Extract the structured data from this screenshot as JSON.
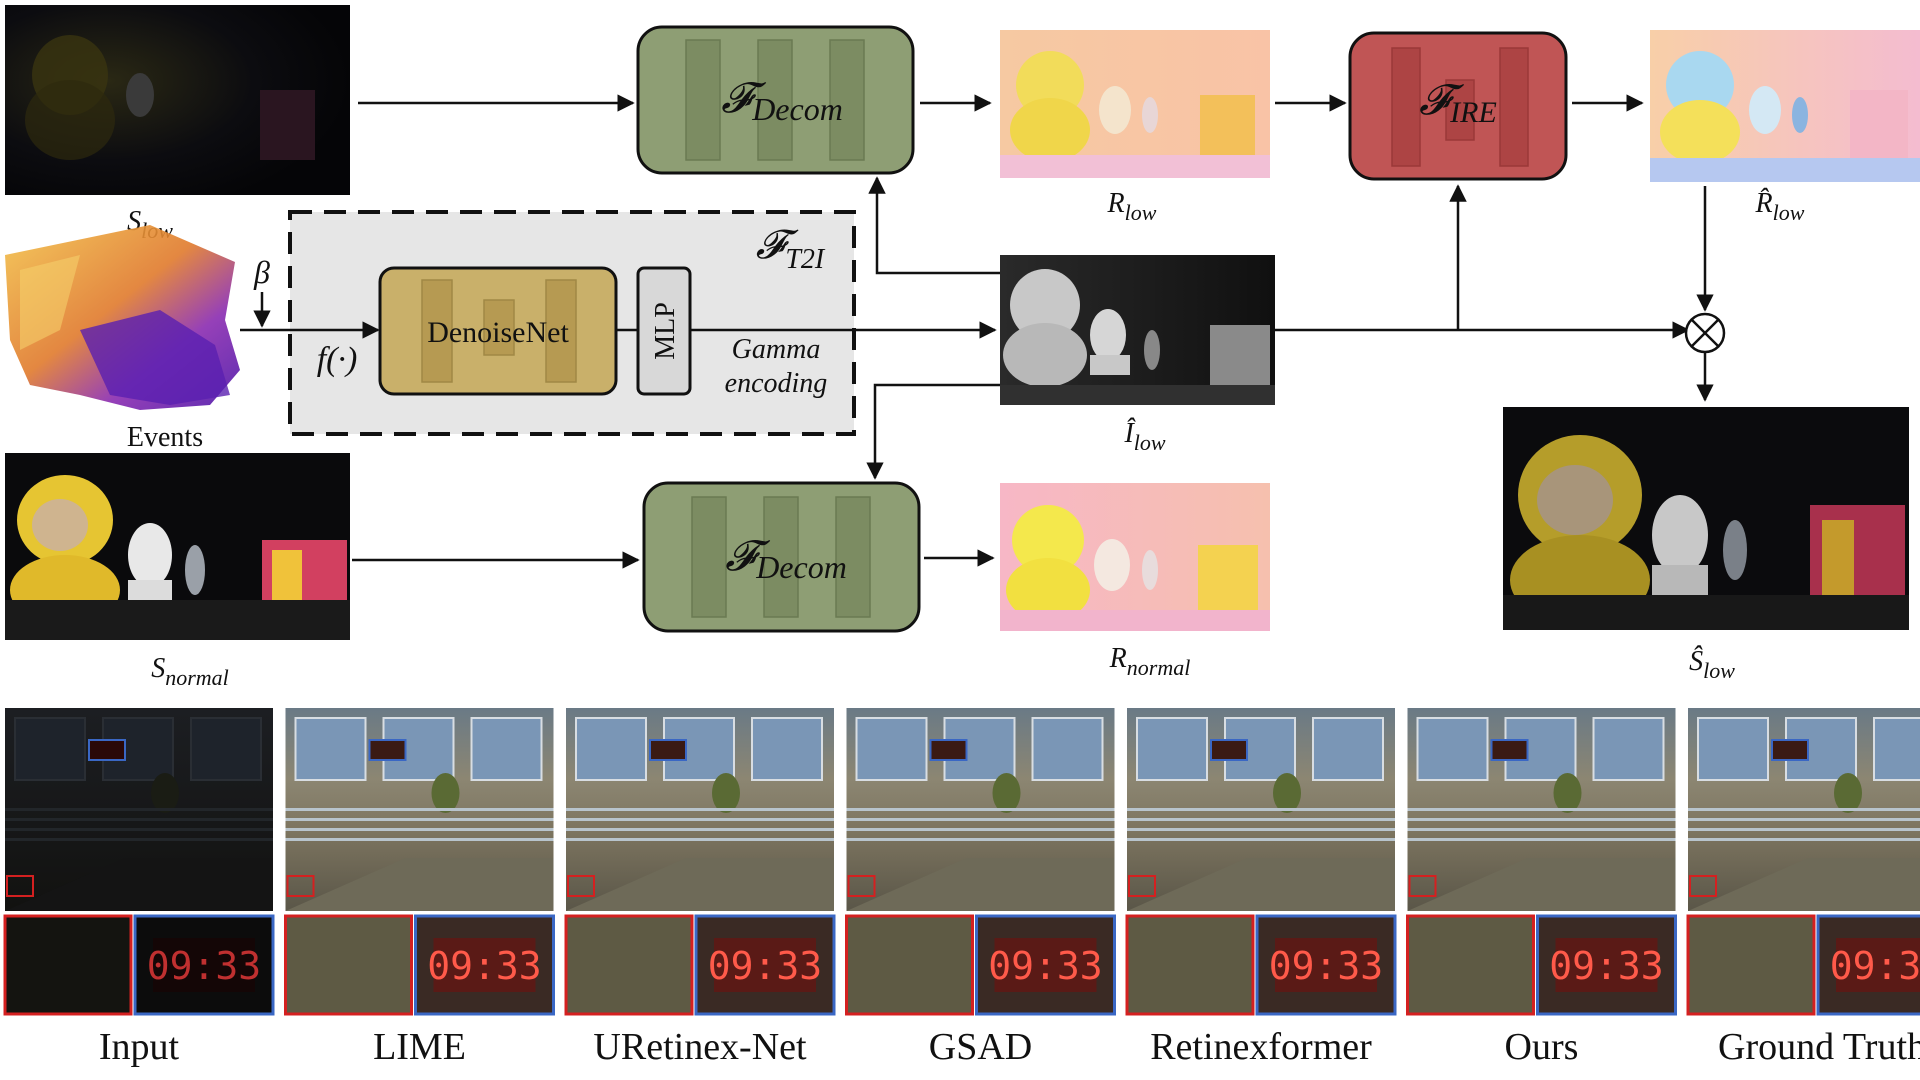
{
  "diagram": {
    "modules": {
      "decom_top": {
        "symbol": "𝓕",
        "sub": "Decom"
      },
      "decom_bottom": {
        "symbol": "𝓕",
        "sub": "Decom"
      },
      "ire": {
        "symbol": "𝓕",
        "sub": "IRE"
      },
      "t2i": {
        "symbol": "𝓕",
        "sub": "T2I"
      },
      "denoisenet": "DenoiseNet",
      "mlp": "MLP",
      "gamma_line1": "Gamma",
      "gamma_line2": "encoding",
      "f_func": "f(·)",
      "beta": "β"
    },
    "images": {
      "s_low": {
        "base": "S",
        "sub": "low"
      },
      "events": "Events",
      "s_normal": {
        "base": "S",
        "sub": "normal"
      },
      "r_low": {
        "base": "R",
        "sub": "low"
      },
      "i_low": {
        "base": "Î",
        "sub": "low"
      },
      "r_normal": {
        "base": "R",
        "sub": "normal"
      },
      "r_hat_low": {
        "base": "R̂",
        "sub": "low"
      },
      "s_hat_low": {
        "base": "Ŝ",
        "sub": "low"
      }
    },
    "operator": "⊗"
  },
  "comparison": {
    "clock_text": "09:33",
    "methods": [
      "Input",
      "LIME",
      "URetinex-Net",
      "GSAD",
      "Retinexformer",
      "Ours",
      "Ground Truth"
    ]
  },
  "colors": {
    "decom_fill": "#8e9e74",
    "ire_fill": "#c05555",
    "denoise_fill": "#c9b06a",
    "t2i_bg": "#e6e6e6",
    "zoom_red": "#d42020",
    "zoom_blue": "#3a67c4"
  }
}
